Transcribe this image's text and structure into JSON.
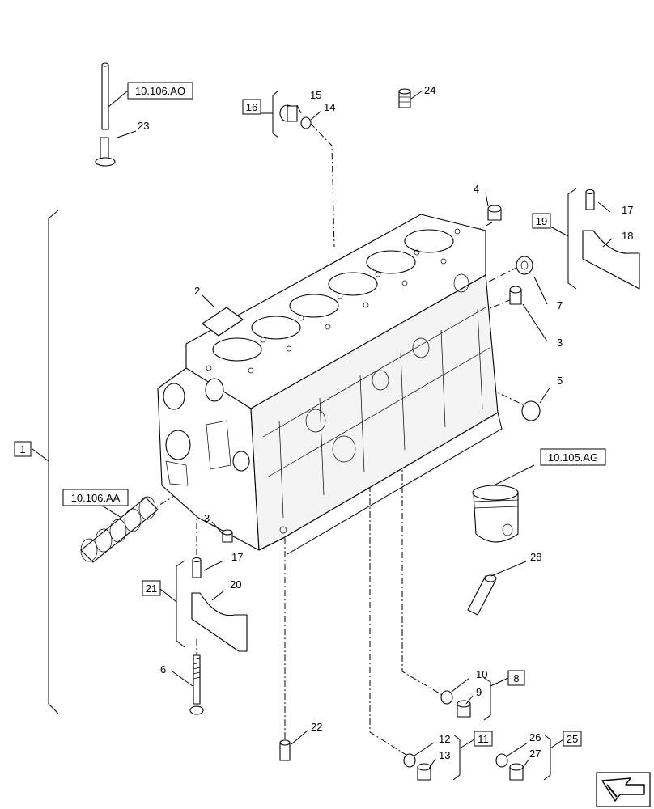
{
  "references": {
    "ref_top": "10.106.AO",
    "ref_camshaft": "10.106.AA",
    "ref_piston": "10.105.AG"
  },
  "callouts": {
    "c1": "1",
    "c2": "2",
    "c3a": "3",
    "c3b": "3",
    "c4": "4",
    "c5": "5",
    "c6": "6",
    "c7": "7",
    "c8": "8",
    "c9": "9",
    "c10": "10",
    "c11": "11",
    "c12": "12",
    "c13": "13",
    "c14": "14",
    "c15": "15",
    "c16": "16",
    "c17a": "17",
    "c17b": "17",
    "c18": "18",
    "c19": "19",
    "c20": "20",
    "c21": "21",
    "c22": "22",
    "c23": "23",
    "c24": "24",
    "c25": "25",
    "c26": "26",
    "c27": "27",
    "c28": "28"
  },
  "icons": {
    "nav": "next-page-arrow-icon"
  }
}
